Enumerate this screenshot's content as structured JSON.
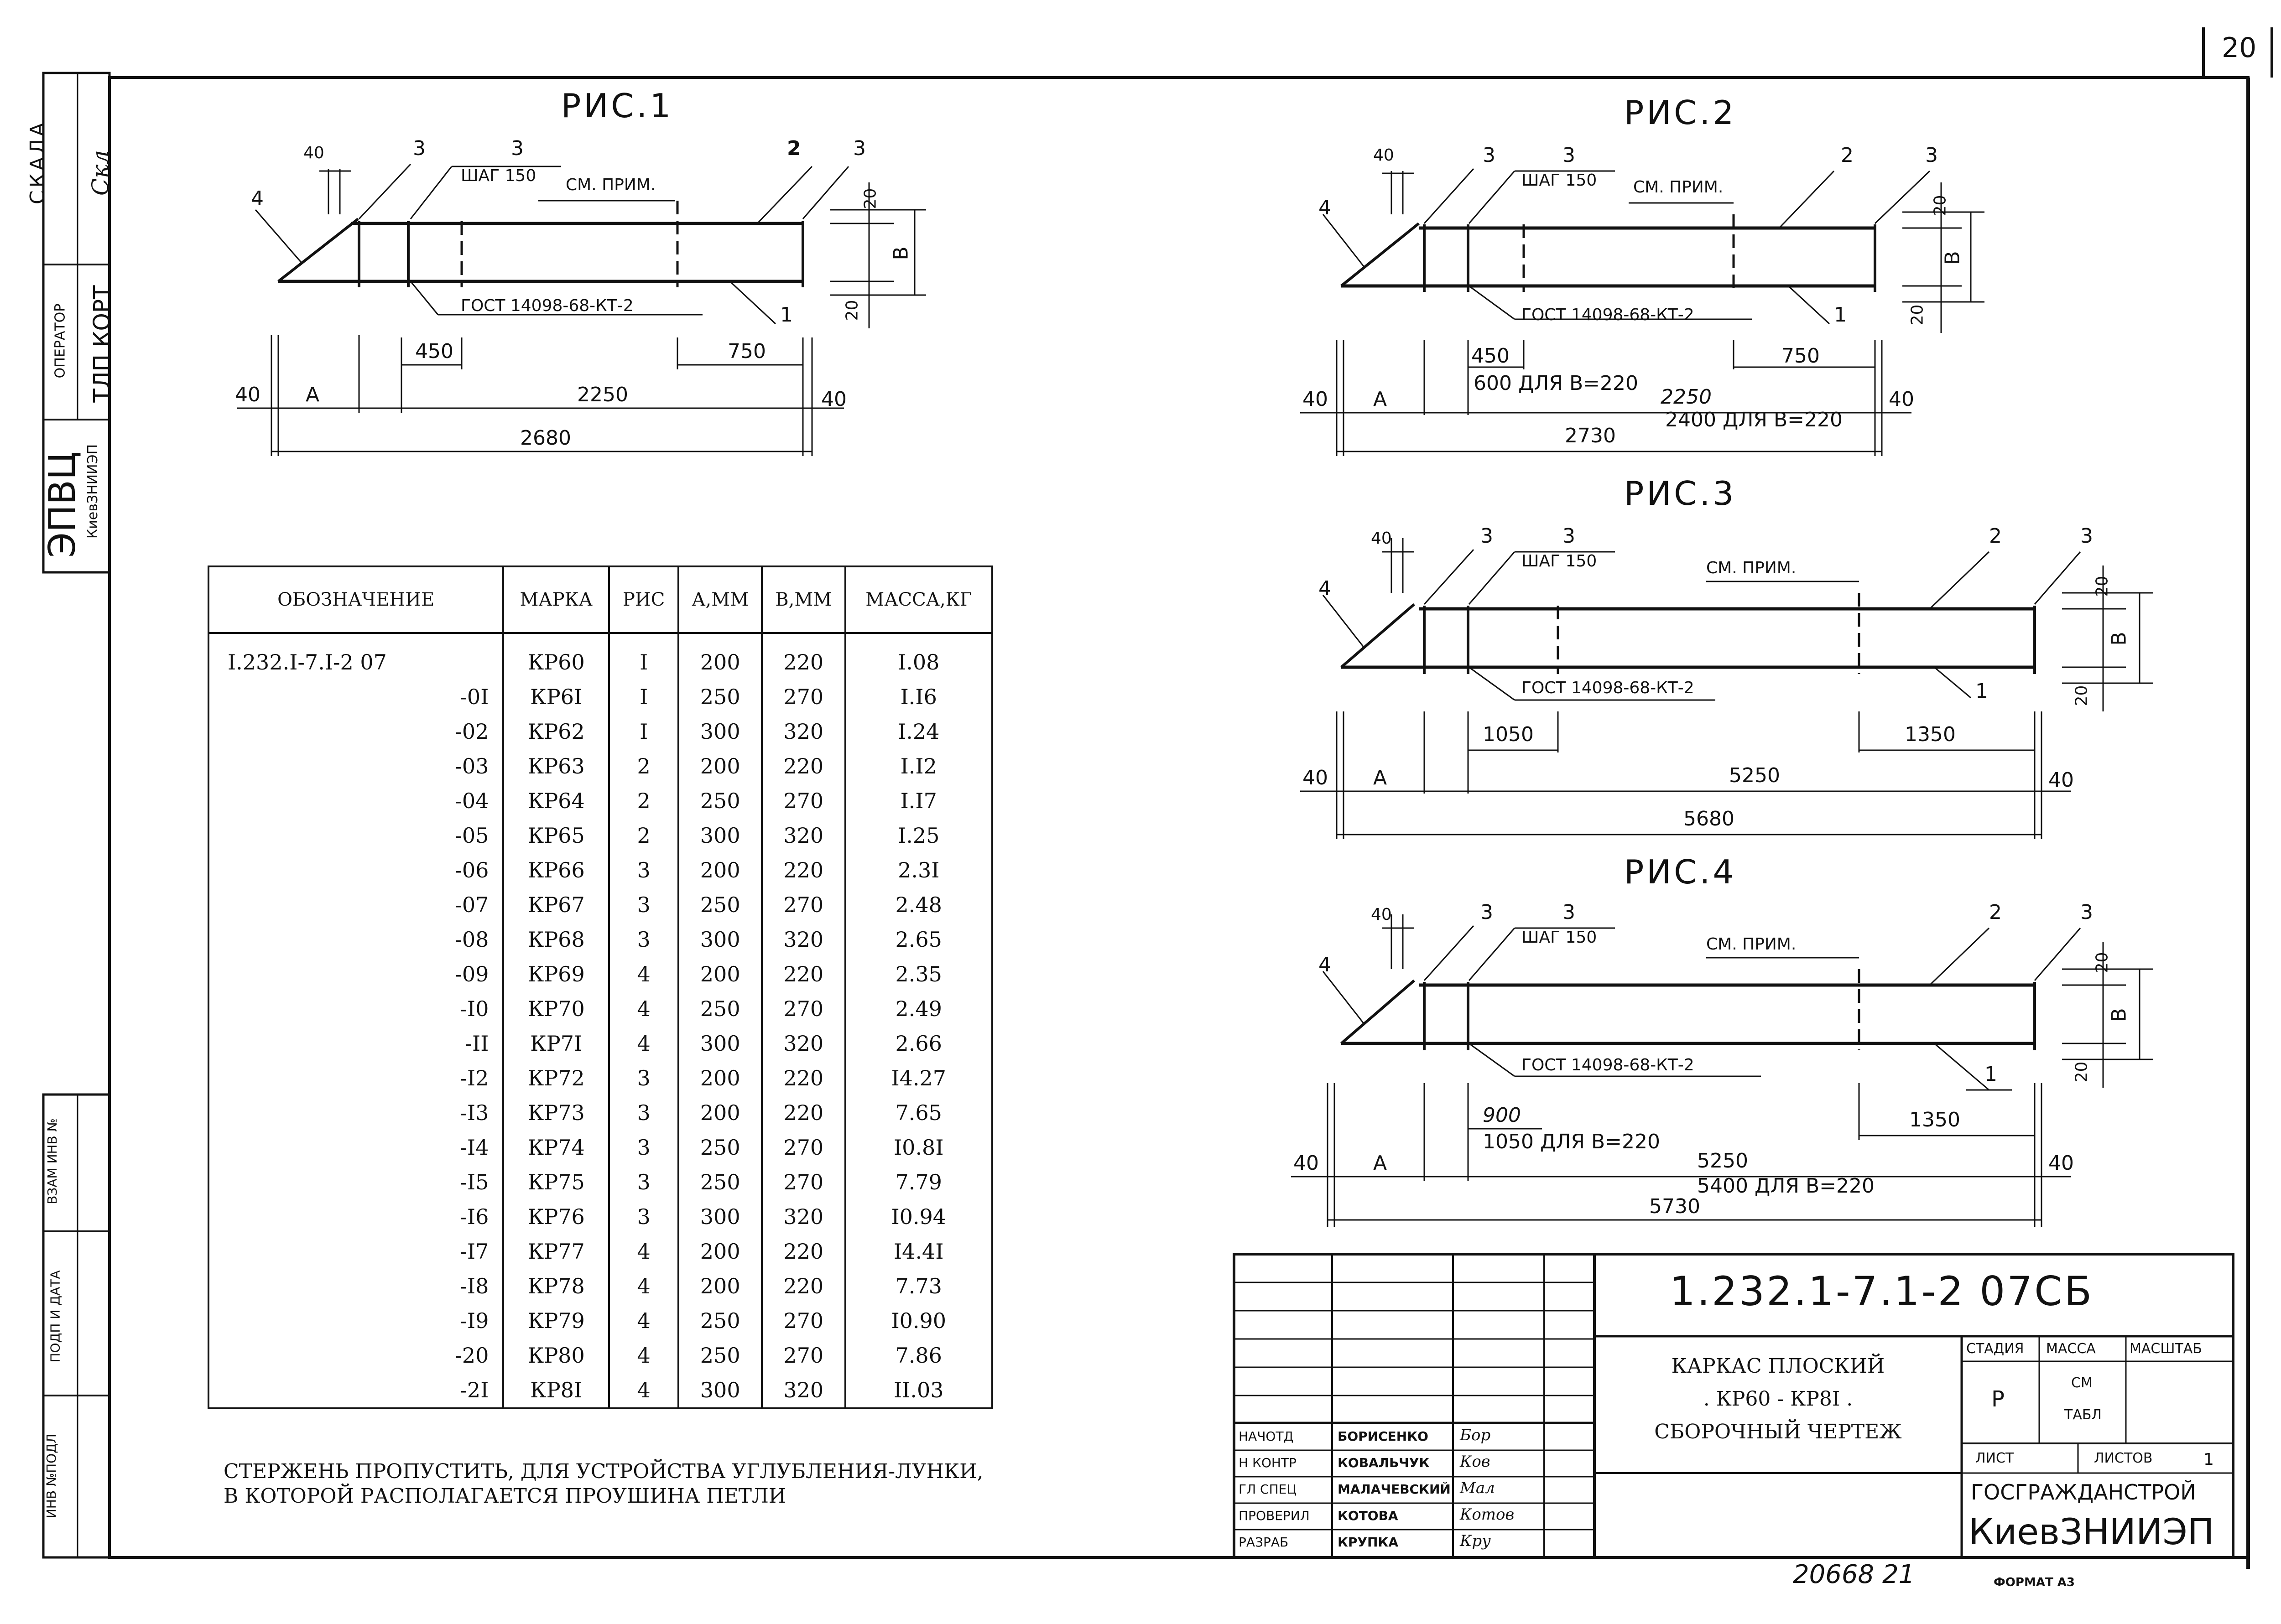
{
  "side_stamp": {
    "scale_label": "СКАЛА",
    "operator_label": "ОПЕРАТОР",
    "operator_value": "ТЛП КОРТ",
    "org": "ЭПВЦ",
    "org_sub": "КиевЗНИИЭП",
    "vzam": "ВЗАМ ИНВ №",
    "podp": "ПОДП И ДАТА",
    "inv": "ИНВ №ПОДЛ"
  },
  "page_number": "20",
  "fig1": {
    "title": "РИС.1",
    "pos": [
      "4",
      "3",
      "3",
      "2",
      "3",
      "1"
    ],
    "shag": "ШАГ 150",
    "sm_prim": "СМ. ПРИМ.",
    "gost": "ГОСТ 14098-68-КТ-2",
    "dims": {
      "d40a": "40",
      "d20a": "20",
      "d20b": "20",
      "b": "В",
      "d450": "450",
      "d750": "750",
      "d40b": "40",
      "a": "А",
      "d2250": "2250",
      "d40c": "40",
      "d2680": "2680"
    }
  },
  "fig2": {
    "title": "РИС.2",
    "pos": [
      "4",
      "3",
      "3",
      "2",
      "3",
      "1"
    ],
    "shag": "ШАГ 150",
    "sm_prim": "СМ. ПРИМ.",
    "gost": "ГОСТ 14098-68-КТ-2",
    "dims": {
      "d40a": "40",
      "d20a": "20",
      "d20b": "20",
      "b": "В",
      "d450": "450",
      "d600": "600 ДЛЯ В=220",
      "d750": "750",
      "d40b": "40",
      "a": "А",
      "d2250": "2250",
      "d2400": "2400 ДЛЯ В=220",
      "d40c": "40",
      "d2730": "2730"
    }
  },
  "fig3": {
    "title": "РИС.3",
    "pos": [
      "4",
      "3",
      "3",
      "2",
      "3",
      "1"
    ],
    "shag": "ШАГ 150",
    "sm_prim": "СМ. ПРИМ.",
    "gost": "ГОСТ 14098-68-КТ-2",
    "dims": {
      "d40a": "40",
      "d20a": "20",
      "d20b": "20",
      "b": "В",
      "d1050": "1050",
      "d1350": "1350",
      "d40b": "40",
      "a": "А",
      "d5250": "5250",
      "d40c": "40",
      "d5680": "5680"
    }
  },
  "fig4": {
    "title": "РИС.4",
    "pos": [
      "4",
      "3",
      "3",
      "2",
      "3",
      "1"
    ],
    "shag": "ШАГ 150",
    "sm_prim": "СМ. ПРИМ.",
    "gost": "ГОСТ 14098-68-КТ-2",
    "dims": {
      "d40a": "40",
      "d20a": "20",
      "d20b": "20",
      "b": "В",
      "d900": "900",
      "d1050": "1050 ДЛЯ В=220",
      "d1350": "1350",
      "d40b": "40",
      "a": "А",
      "d5250": "5250",
      "d5400": "5400 ДЛЯ В=220",
      "d40c": "40",
      "d5730": "5730"
    }
  },
  "spec_table": {
    "headers": [
      "ОБОЗНАЧЕНИЕ",
      "МАРКА",
      "РИС",
      "А,ММ",
      "В,ММ",
      "МАССА,КГ"
    ],
    "rows": [
      [
        "I.232.I-7.I-2 07",
        "КР60",
        "I",
        "200",
        "220",
        "I.08"
      ],
      [
        "-0I",
        "КР6I",
        "I",
        "250",
        "270",
        "I.I6"
      ],
      [
        "-02",
        "КР62",
        "I",
        "300",
        "320",
        "I.24"
      ],
      [
        "-03",
        "КР63",
        "2",
        "200",
        "220",
        "I.I2"
      ],
      [
        "-04",
        "КР64",
        "2",
        "250",
        "270",
        "I.I7"
      ],
      [
        "-05",
        "КР65",
        "2",
        "300",
        "320",
        "I.25"
      ],
      [
        "-06",
        "КР66",
        "3",
        "200",
        "220",
        "2.3I"
      ],
      [
        "-07",
        "КР67",
        "3",
        "250",
        "270",
        "2.48"
      ],
      [
        "-08",
        "КР68",
        "3",
        "300",
        "320",
        "2.65"
      ],
      [
        "-09",
        "КР69",
        "4",
        "200",
        "220",
        "2.35"
      ],
      [
        "-I0",
        "КР70",
        "4",
        "250",
        "270",
        "2.49"
      ],
      [
        "-II",
        "КР7I",
        "4",
        "300",
        "320",
        "2.66"
      ],
      [
        "-I2",
        "КР72",
        "3",
        "200",
        "220",
        "I4.27"
      ],
      [
        "-I3",
        "КР73",
        "3",
        "200",
        "220",
        "7.65"
      ],
      [
        "-I4",
        "КР74",
        "3",
        "250",
        "270",
        "I0.8I"
      ],
      [
        "-I5",
        "КР75",
        "3",
        "250",
        "270",
        "7.79"
      ],
      [
        "-I6",
        "КР76",
        "3",
        "300",
        "320",
        "I0.94"
      ],
      [
        "-I7",
        "КР77",
        "4",
        "200",
        "220",
        "I4.4I"
      ],
      [
        "-I8",
        "КР78",
        "4",
        "200",
        "220",
        "7.73"
      ],
      [
        "-I9",
        "КР79",
        "4",
        "250",
        "270",
        "I0.90"
      ],
      [
        "-20",
        "КР80",
        "4",
        "250",
        "270",
        "7.86"
      ],
      [
        "-2I",
        "КР8I",
        "4",
        "300",
        "320",
        "II.03"
      ]
    ]
  },
  "note": {
    "line1": "СТЕРЖЕНЬ ПРОПУСТИТЬ, ДЛЯ УСТРОЙСТВА УГЛУБЛЕНИЯ-ЛУНКИ,",
    "line2": "В КОТОРОЙ РАСПОЛАГАЕТСЯ ПРОУШИНА ПЕТЛИ"
  },
  "title_block": {
    "doc_code": "1.232.1-7.1-2 07СБ",
    "name_line1": "КАРКАС ПЛОСКИЙ",
    "name_line2": ". КР60 - КР8I .",
    "name_line3": "СБОРОЧНЫЙ ЧЕРТЕЖ",
    "stadia": "СТАДИЯ",
    "massa": "МАССА",
    "masshtab": "МАСШТАБ",
    "stadia_value": "Р",
    "massa_value1": "СМ",
    "massa_value2": "ТАБЛ",
    "list": "ЛИСТ",
    "listov": "ЛИСТОВ",
    "listov_value": "1",
    "org1": "ГОСГРАЖДАНСТРОЙ",
    "org2": "КиевЗНИИЭП",
    "signatures": [
      {
        "role": "НАЧОТД",
        "name": "БОРИСЕНКО",
        "sign": "Бор"
      },
      {
        "role": "Н КОНТР",
        "name": "КОВАЛЬЧУК",
        "sign": "Ков"
      },
      {
        "role": "ГЛ СПЕЦ",
        "name": "МАЛАЧЕВСКИЙ",
        "sign": "Мал"
      },
      {
        "role": "ПРОВЕРИЛ",
        "name": "КОТОВА",
        "sign": "Котов"
      },
      {
        "role": "РАЗРАБ",
        "name": "КРУПКА",
        "sign": "Кру"
      }
    ]
  },
  "bottom_code": "20668  21",
  "format": "ФОРМАТ А3"
}
